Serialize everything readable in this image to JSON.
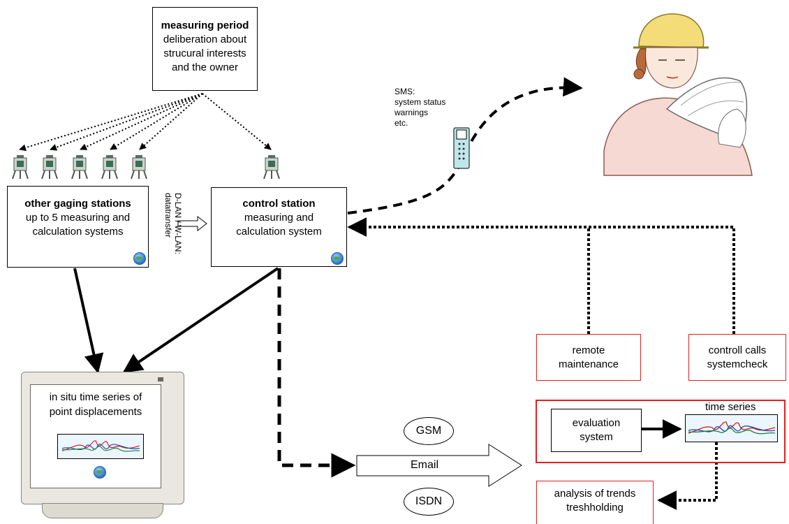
{
  "boxes": {
    "measuring_period": {
      "title": "measuring period",
      "lines": [
        "deliberation about",
        "strucural interests",
        "and the owner"
      ]
    },
    "other_gaging": {
      "title": "other gaging stations",
      "lines": [
        "up to 5 measuring and",
        "calculation systems"
      ]
    },
    "control_station": {
      "title": "control station",
      "lines": [
        "measuring and",
        "calculation system"
      ]
    },
    "remote_maintenance": {
      "lines": [
        "remote",
        "maintenance"
      ]
    },
    "controll_calls": {
      "lines": [
        "controll calls",
        "systemcheck"
      ]
    },
    "evaluation_system": {
      "lines": [
        "evaluation",
        "system"
      ]
    },
    "analysis": {
      "lines": [
        "analysis of trends",
        "treshholding"
      ]
    }
  },
  "labels": {
    "dlan": "D-LAN / W-LAN:",
    "datatransfer": "datatransfer",
    "sms": [
      "SMS:",
      "system status",
      "warnings",
      "etc."
    ],
    "time_series": "time series",
    "gsm": "GSM",
    "isdn": "ISDN",
    "email": "Email"
  },
  "monitor": {
    "lines": [
      "in situ time series of",
      "point displacements"
    ]
  },
  "icons": {
    "globe": "globe-icon",
    "station": "total-station-icon",
    "phone": "mobile-phone-icon",
    "engineer": "engineer-illustration",
    "monitor": "crt-monitor-illustration"
  },
  "colors": {
    "red_border": "#e02020",
    "ts_background": "#ecf6ff",
    "phone": "#bfe7ea"
  }
}
